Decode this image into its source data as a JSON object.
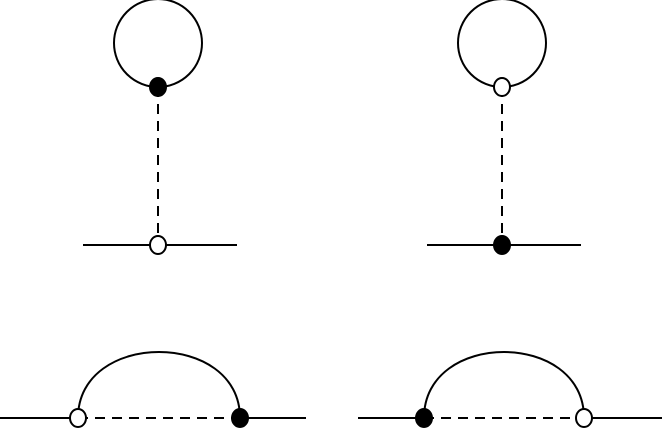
{
  "diagrams": [
    {
      "id": "tadpole-a",
      "loop_vertex": "filled",
      "line_vertex": "open"
    },
    {
      "id": "tadpole-b",
      "loop_vertex": "open",
      "line_vertex": "filled"
    },
    {
      "id": "rainbow-a",
      "left_vertex": "open",
      "right_vertex": "filled"
    },
    {
      "id": "rainbow-b",
      "left_vertex": "filled",
      "right_vertex": "open"
    }
  ],
  "colors": {
    "stroke": "#000000",
    "filled_vertex": "#000000",
    "open_vertex": "#ffffff"
  }
}
